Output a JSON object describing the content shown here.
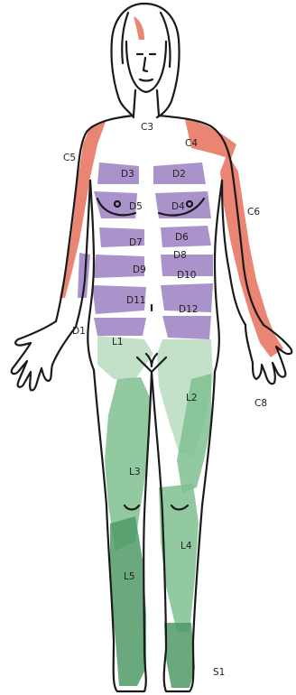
{
  "colors": {
    "cervical": "#e8705a",
    "thoracic": "#9b7fc2",
    "lumbar_light": "#b8dcc0",
    "lumbar": "#7fbf8f",
    "lumbar_dark": "#4f9a66",
    "outline": "#1a1a1a"
  },
  "labels": {
    "c3": "C3",
    "c4": "C4",
    "c5": "C5",
    "c6": "C6",
    "c8": "C8",
    "d1": "D1",
    "d2": "D2",
    "d3": "D3",
    "d4": "D4",
    "d5": "D5",
    "d6": "D6",
    "d7": "D7",
    "d8": "D8",
    "d9": "D9",
    "d10": "D10",
    "d11": "D11",
    "d12": "D12",
    "l1": "L1",
    "l2": "L2",
    "l3": "L3",
    "l4": "L4",
    "l5": "L5",
    "s1": "S1"
  }
}
